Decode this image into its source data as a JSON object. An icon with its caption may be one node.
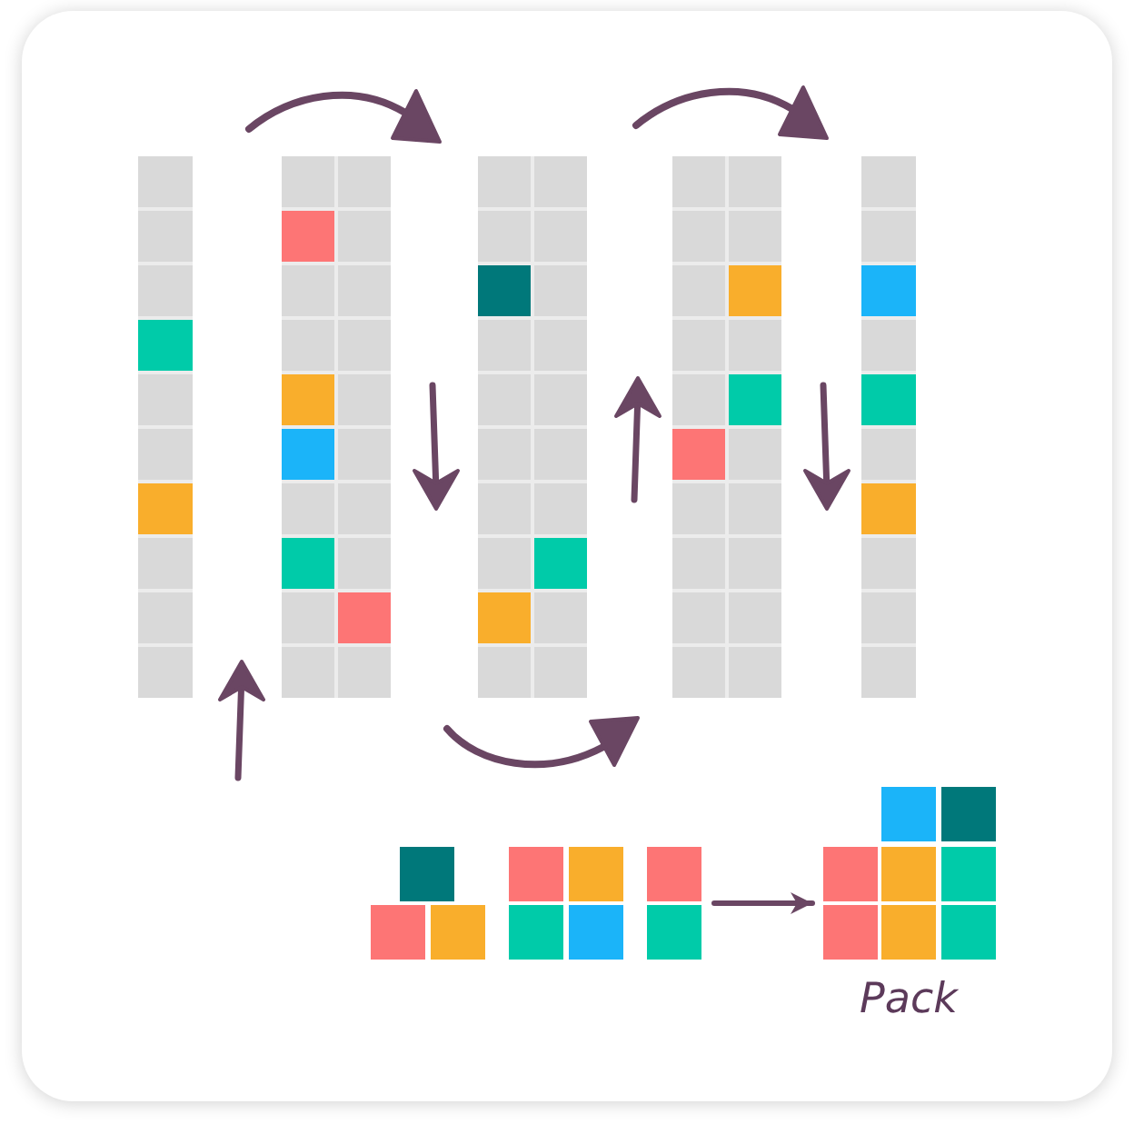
{
  "diagram": {
    "nodes": [
      {
        "text": [],
        "shape": "box"
      },
      {
        "text": [],
        "shape": "box"
      },
      {
        "text": [],
        "shape": "box"
      },
      {
        "text": [],
        "shape": "box"
      },
      {
        "text": [],
        "shape": "box"
      },
      {
        "text": [],
        "shape": "box"
      },
      {
        "text": [],
        "shape": "box"
      },
      {
        "text": [],
        "shape": "box"
      },
      {
        "text": [],
        "shape": "box",
        "beside": [
          "Pack"
        ]
      }
    ],
    "edges": [
      {
        "from": 7,
        "to": 8,
        "arrow": "to"
      }
    ]
  }
}
